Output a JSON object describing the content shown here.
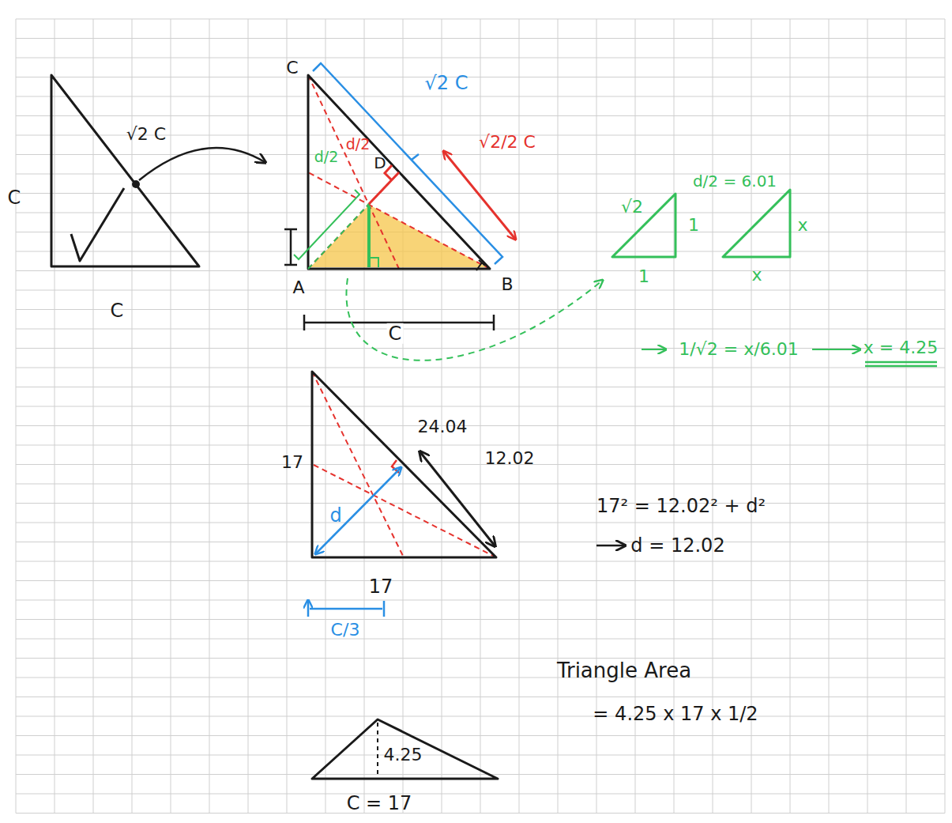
{
  "diagram": {
    "labels": [
      "C",
      "√2 C",
      "C",
      "C",
      "√2 C",
      "√2/2 C",
      "d/2",
      "D",
      "d/2",
      "A",
      "B",
      "C",
      "√2",
      "1",
      "1",
      "d/2 = 6.01",
      "x",
      "x",
      "1/√2 = x/6.01",
      "x = 4.25",
      "17",
      "24.04",
      "12.02",
      "d",
      "17",
      "C/3",
      "17² = 12.02² + d²",
      "d = 12.02",
      "Triangle Area",
      "= 4.25 x 17 x 1/2",
      "4.25",
      "C = 17"
    ]
  }
}
